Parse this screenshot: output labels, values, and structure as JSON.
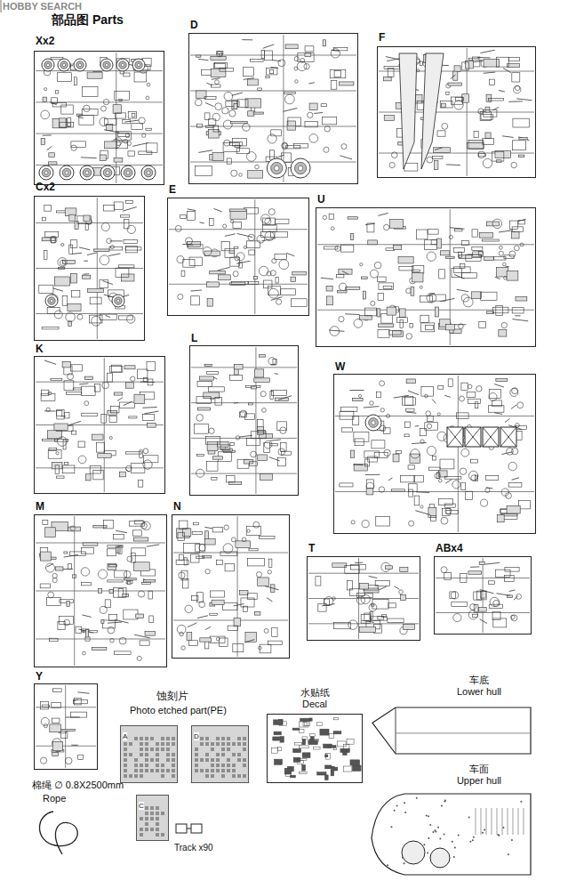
{
  "diagram": {
    "title": "部品图 Parts",
    "nodes": [
      {
        "text": [
          "Xx2"
        ]
      },
      {
        "text": [
          "D"
        ]
      },
      {
        "text": [
          "F"
        ]
      },
      {
        "text": [
          "Cx2"
        ]
      },
      {
        "text": [
          "E"
        ]
      },
      {
        "text": [
          "U"
        ]
      },
      {
        "text": [
          "K"
        ]
      },
      {
        "text": [
          "L"
        ]
      },
      {
        "text": [
          "W"
        ]
      },
      {
        "text": [
          "M"
        ]
      },
      {
        "text": [
          "N"
        ]
      },
      {
        "text": [
          "T"
        ]
      },
      {
        "text": [
          "ABx4"
        ]
      },
      {
        "text": [
          "Y"
        ]
      },
      {
        "text": [
          "A"
        ]
      },
      {
        "text": [
          "D"
        ]
      },
      {
        "text": [
          "水贴纸",
          "Decal"
        ]
      },
      {
        "text": [
          "车底",
          "Lower hull"
        ]
      },
      {
        "text": [
          "C"
        ]
      },
      {
        "text": [
          "车面",
          "Upper hull"
        ]
      }
    ],
    "labels": [
      "HOBBY SEARCH",
      "蚀刻片",
      "Photo etched part(PE)",
      "棉绳 ∅ 0.8X2500mm",
      "Rope",
      "Track x90"
    ]
  }
}
